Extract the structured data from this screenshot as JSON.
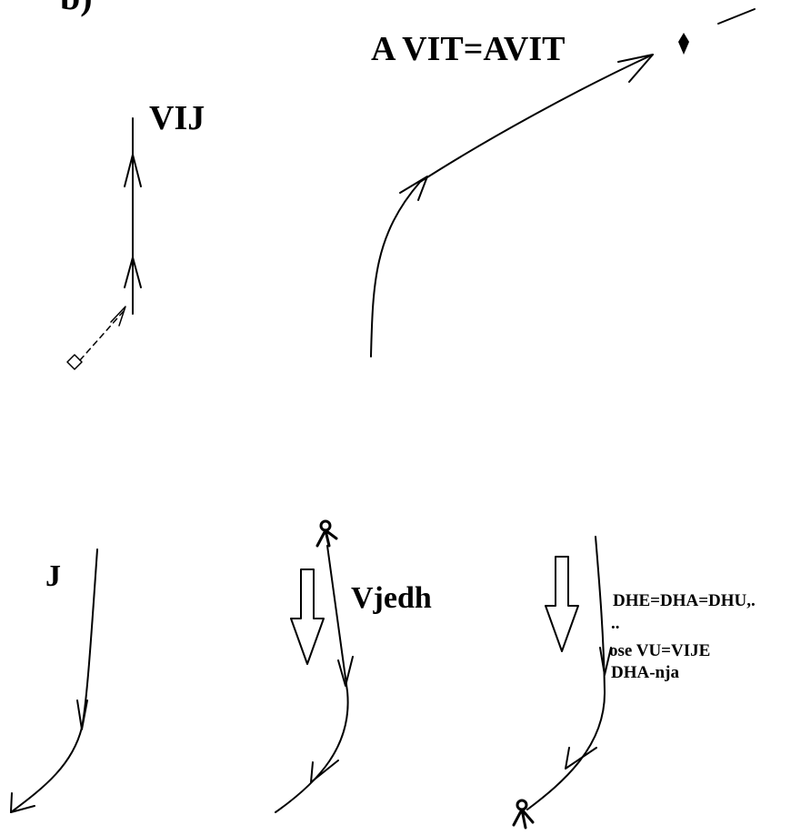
{
  "panel_label": "b)",
  "labels": {
    "avit": "A VIT=AVIT",
    "vij": "VIJ",
    "j": "J",
    "vjedh": "Vjedh",
    "dhe_line1": "DHE=DHA=DHU,.",
    "dhe_line2": "..",
    "dhe_line3": "ose VU=VIJE",
    "dhe_line4": "DHA-nja"
  },
  "colors": {
    "ink": "#000000",
    "background": "#ffffff"
  }
}
